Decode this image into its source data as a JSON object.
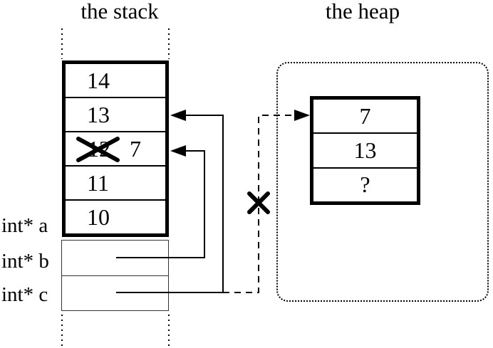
{
  "titles": {
    "stack": "the stack",
    "heap": "the heap"
  },
  "stack": {
    "cells": [
      {
        "value": "14"
      },
      {
        "value": "13"
      },
      {
        "value": "12",
        "crossed_out": true,
        "new_value": "7"
      },
      {
        "value": "11"
      },
      {
        "value": "10"
      }
    ],
    "pointer_labels": [
      {
        "text": "int* a"
      },
      {
        "text": "int* b"
      },
      {
        "text": "int* c"
      }
    ]
  },
  "heap": {
    "cells": [
      {
        "value": "7"
      },
      {
        "value": "13"
      },
      {
        "value": "?"
      }
    ]
  },
  "icons": {
    "crossout_old_value": "x-mark",
    "severed_pointer": "x-mark",
    "pointer_arrowhead": "filled-triangle"
  },
  "colors": {
    "ink": "#000000",
    "background": "#ffffff"
  }
}
